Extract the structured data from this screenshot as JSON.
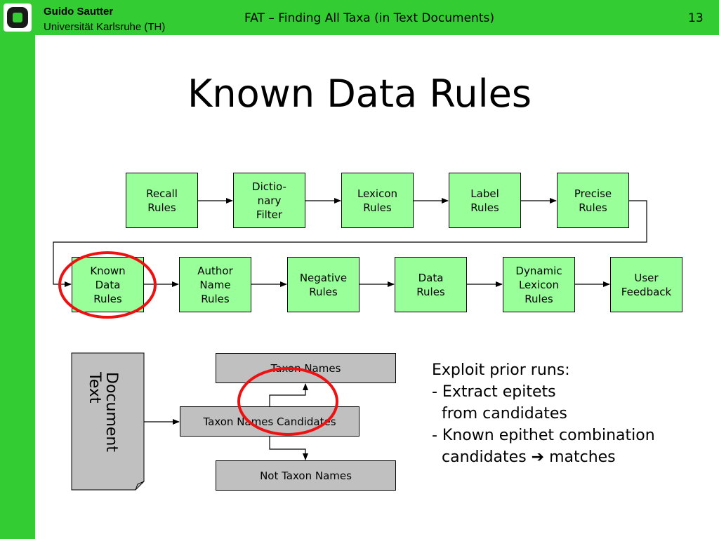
{
  "header": {
    "author": "Guido Sautter",
    "institution": "Universität Karlsruhe (TH)",
    "subtitle": "FAT – Finding All Taxa (in Text Documents)",
    "page_number": "13",
    "logo": "university-logo",
    "color": "#33cc33"
  },
  "title": "Known Data Rules",
  "pipeline": {
    "row1": [
      "Recall\nRules",
      "Dictio-\nnary\nFilter",
      "Lexicon\nRules",
      "Label\nRules",
      "Precise\nRules"
    ],
    "row2": [
      "Known\nData\nRules",
      "Author\nName\nRules",
      "Negative\nRules",
      "Data\nRules",
      "Dynamic\nLexicon\nRules",
      "User\nFeedback"
    ],
    "highlighted": "Known\nData\nRules",
    "box_color": "#99ff99",
    "highlight_color": "#ee1111"
  },
  "flow": {
    "document": "Document\nText",
    "candidates": "Taxon Names Candidates",
    "taxon_names": "Taxon Names",
    "not_taxon_names": "Not Taxon Names",
    "box_color": "#c0c0c0"
  },
  "notes": [
    "Exploit prior runs:",
    "- Extract epitets",
    "  from candidates",
    "- Known epithet combination",
    "  candidates ➔ matches"
  ]
}
